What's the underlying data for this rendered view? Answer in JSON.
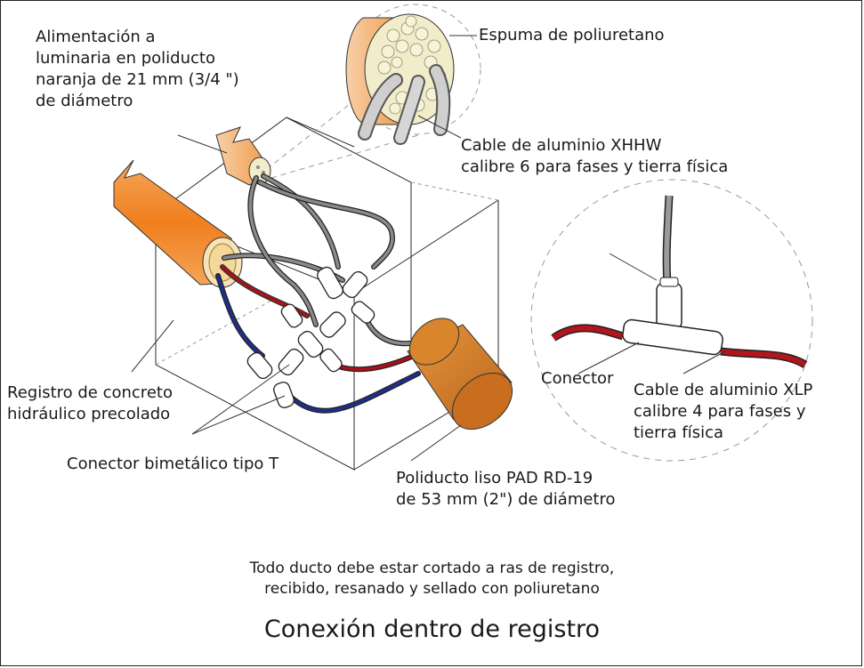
{
  "labels": {
    "feed": [
      "Alimentación a",
      "luminaria en poliducto",
      "naranja de 21 mm (3/4 \")",
      "de diámetro"
    ],
    "foam": "Espuma de poliuretano",
    "xhhw": [
      "Cable de aluminio XHHW",
      "calibre 6 para fases y tierra física"
    ],
    "registro": [
      "Registro de concreto",
      "hidráulico precolado"
    ],
    "conector_t": "Conector bimetálico tipo T",
    "conector": "Conector",
    "xlp": [
      "Cable de aluminio XLP",
      "calibre 4 para fases y",
      "tierra física"
    ],
    "poliducto": [
      "Poliducto liso PAD RD-19",
      "de 53 mm (2\") de diámetro"
    ]
  },
  "note": [
    "Todo ducto debe estar cortado a ras de registro,",
    "recibido, resanado y sellado con poliuretano"
  ],
  "title": "Conexión dentro de registro",
  "colors": {
    "conduit_orange": "#f08a2c",
    "duct_brown": "#d47a22",
    "cable_red": "#a8121a",
    "cable_blue": "#1f2f8a",
    "cable_gray": "#777777",
    "foam": "#f3efcf"
  }
}
